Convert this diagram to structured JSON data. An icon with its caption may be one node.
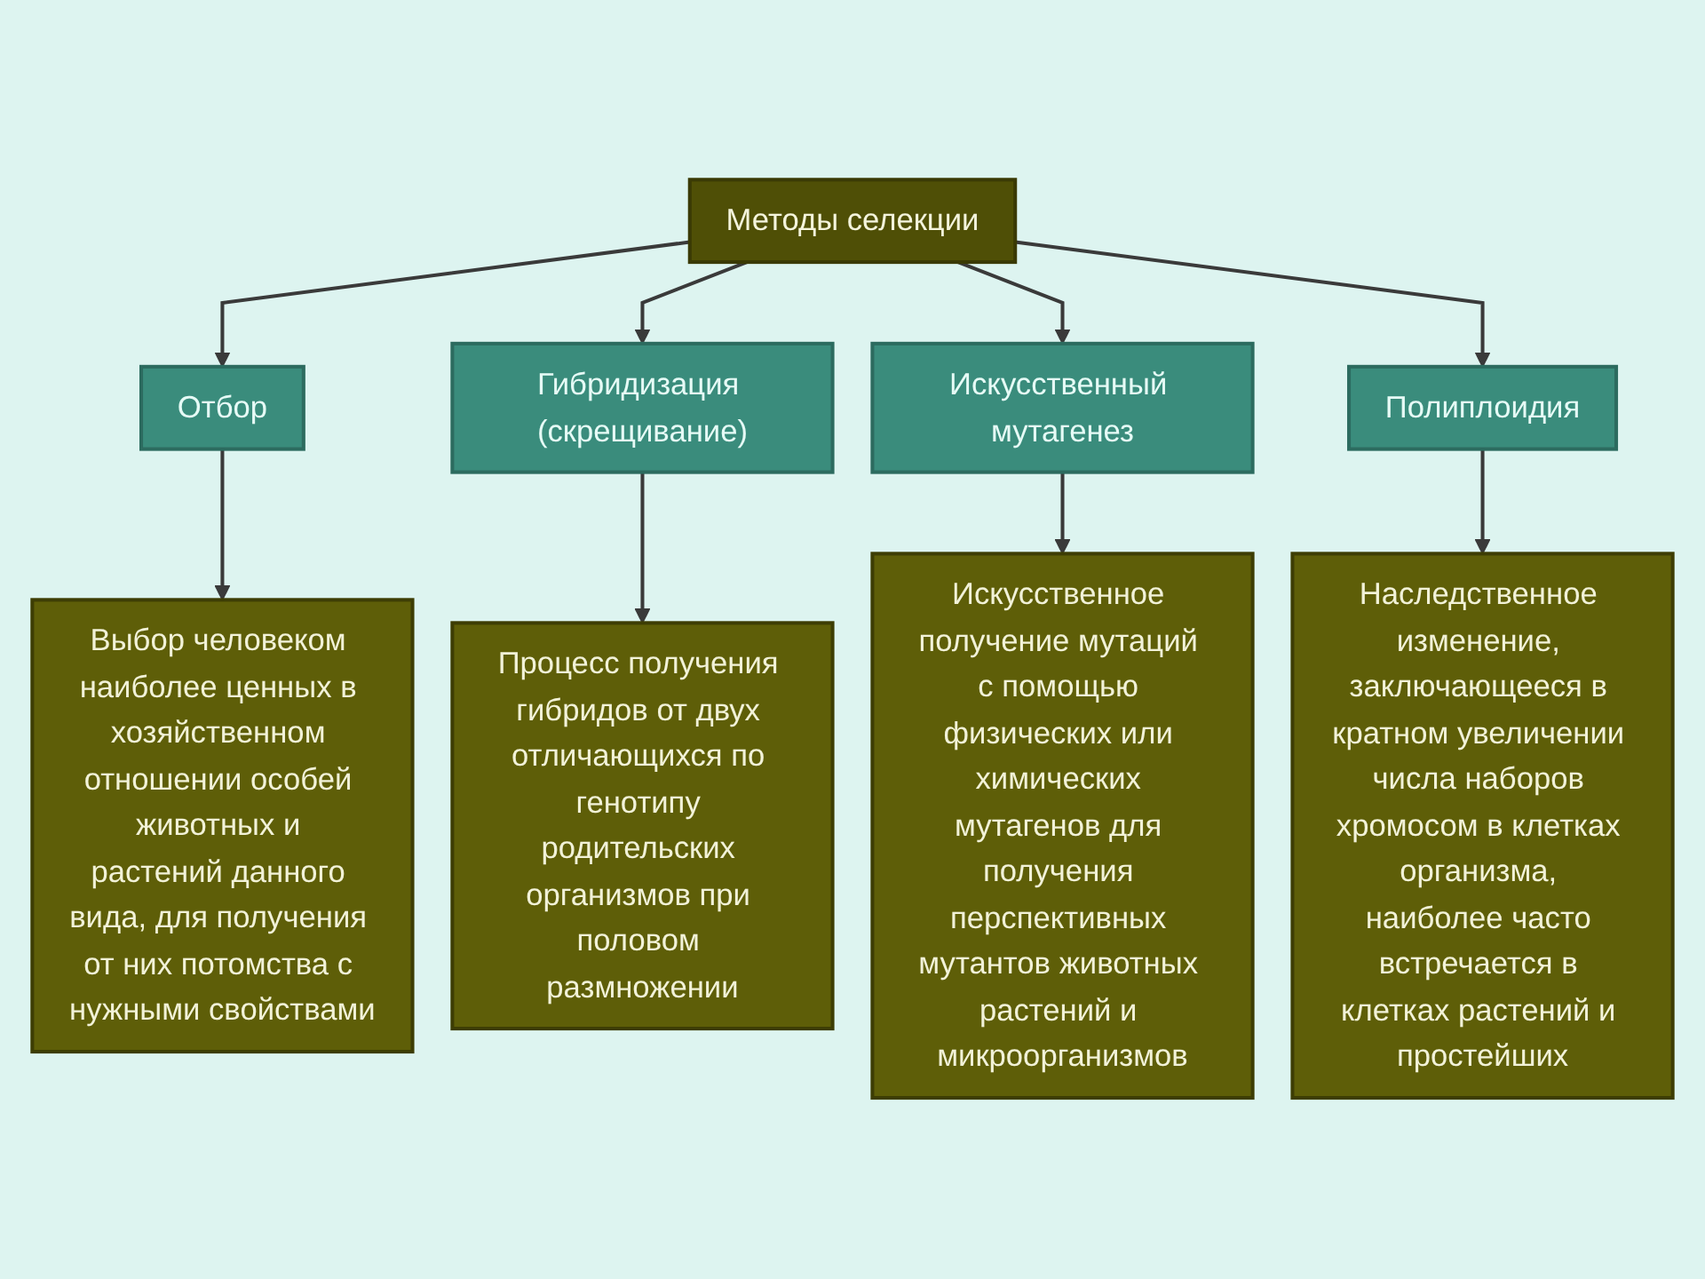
{
  "diagram": {
    "nodes": [
      {
        "text": [
          "Методы селекции"
        ]
      },
      {
        "text": [
          "Отбор"
        ]
      },
      {
        "text": [
          "Гибридизация (скрещивание)"
        ]
      },
      {
        "text": [
          "Искусственный мутагенез"
        ]
      },
      {
        "text": [
          "Полиплоидия"
        ]
      },
      {
        "text": [
          "Выбор человеком наиболее ценных в хозяйственном отношении особей животных и растений данного вида, для получения от них потомства с нужными свойствами"
        ]
      },
      {
        "text": [
          "Процесс получения гибридов от двух отличающихся по генотипу родительских организмов при половом размножении"
        ]
      },
      {
        "text": [
          "Искусственное получение мутаций с помощью физических или химических мутагенов для получения перспективных мутантов животных растений и микроорганизмов"
        ]
      },
      {
        "text": [
          "Наследственное изменение, заключающееся в кратном увеличении числа наборов хромосом в клетках организма, наиболее часто встречается в клетках растений и простейших"
        ]
      }
    ],
    "edges": [
      {
        "from": 0,
        "to": 1,
        "arrow": "to"
      },
      {
        "from": 0,
        "to": 2,
        "arrow": "to"
      },
      {
        "from": 0,
        "to": 3,
        "arrow": "to"
      },
      {
        "from": 0,
        "to": 4,
        "arrow": "to"
      },
      {
        "from": 1,
        "to": 5,
        "arrow": "to"
      },
      {
        "from": 2,
        "to": 6,
        "arrow": "to"
      },
      {
        "from": 3,
        "to": 7,
        "arrow": "to"
      },
      {
        "from": 4,
        "to": 8,
        "arrow": "to"
      }
    ]
  }
}
